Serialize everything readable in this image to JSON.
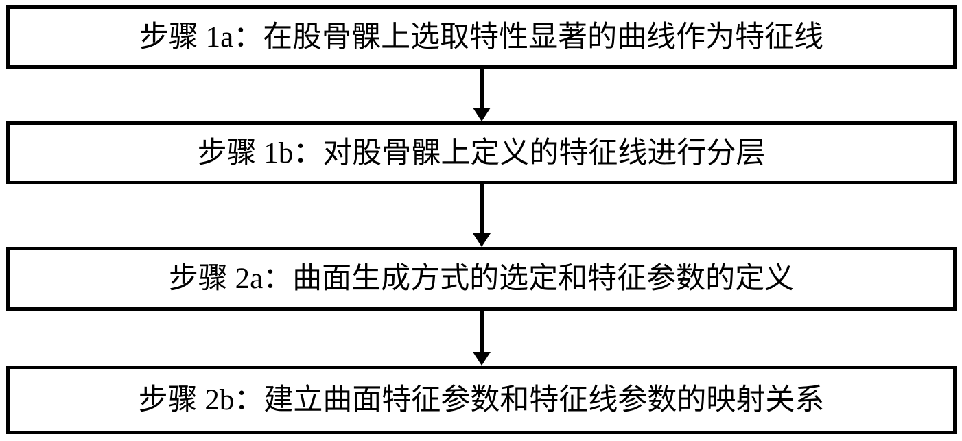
{
  "diagram": {
    "title": "Femoral condyle feature-line and surface modelling flowchart",
    "orientation": "vertical-top-to-bottom",
    "background_color": "#ffffff",
    "stroke_color": "#000000",
    "nodes": [
      {
        "id": "step-1a",
        "label": "步骤 1a：在股骨髁上选取特性显著的曲线作为特征线",
        "shape": "rectangle"
      },
      {
        "id": "step-1b",
        "label": "步骤 1b：对股骨髁上定义的特征线进行分层",
        "shape": "rectangle"
      },
      {
        "id": "step-2a",
        "label": "步骤 2a：曲面生成方式的选定和特征参数的定义",
        "shape": "rectangle"
      },
      {
        "id": "step-2b",
        "label": "步骤 2b：建立曲面特征参数和特征线参数的映射关系",
        "shape": "rectangle"
      }
    ],
    "edges": [
      {
        "id": "edge-1",
        "from": "step-1a",
        "to": "step-1b",
        "arrow": "down-arrow"
      },
      {
        "id": "edge-2",
        "from": "step-1b",
        "to": "step-2a",
        "arrow": "down-arrow"
      },
      {
        "id": "edge-3",
        "from": "step-2a",
        "to": "step-2b",
        "arrow": "down-arrow"
      }
    ]
  }
}
